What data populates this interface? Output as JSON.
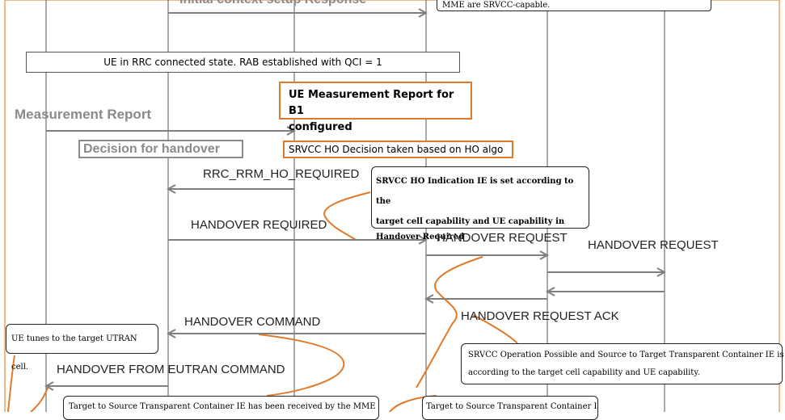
{
  "header": {
    "initial_context_setup_response": "Initial context setup Response",
    "srvcc_capable_note": "MME are SRVCC-capable."
  },
  "state": {
    "rrc_connected": "UE in RRC connected state. RAB established with QCI = 1"
  },
  "messages": {
    "measurement_report": "Measurement Report",
    "decision_for_handover": "Decision for handover",
    "rrc_rrm_ho_required": "RRC_RRM_HO_REQUIRED",
    "handover_required": "HANDOVER REQUIRED",
    "handover_request_1": "HANDOVER REQUEST",
    "handover_request_2": "HANDOVER REQUEST",
    "handover_request_ack": "HANDOVER REQUEST ACK",
    "handover_command": "HANDOVER COMMAND",
    "handover_from_eutran_command": "HANDOVER FROM EUTRAN COMMAND"
  },
  "notes": {
    "ue_measurement_report_line1": "UE Measurement Report for B1",
    "ue_measurement_report_line2": "configured",
    "srvcc_ho_decision": "SRVCC HO Decision taken based on HO algo",
    "srvcc_ho_indication_line1": "SRVCC HO Indication IE is set according to the",
    "srvcc_ho_indication_line2": "target cell capability and UE capability in",
    "srvcc_ho_indication_line3": "Handover Required",
    "srvcc_operation_possible_line1": "SRVCC Operation Possible and Source to Target Transparent Container IE is set",
    "srvcc_operation_possible_line2": "according to the target cell capability and UE capability.",
    "ue_tunes": "UE tunes to the target UTRAN cell.",
    "target_to_source_mme": "Target to Source Transparent Container IE has been received by the MME",
    "target_to_source_partial": "Target to Source Transparent Container IE"
  },
  "colors": {
    "arrow_gray": "#7f7f7f",
    "lifeline": "#555555",
    "orange": "#e07a2a",
    "frame_orange": "#f0a060"
  }
}
